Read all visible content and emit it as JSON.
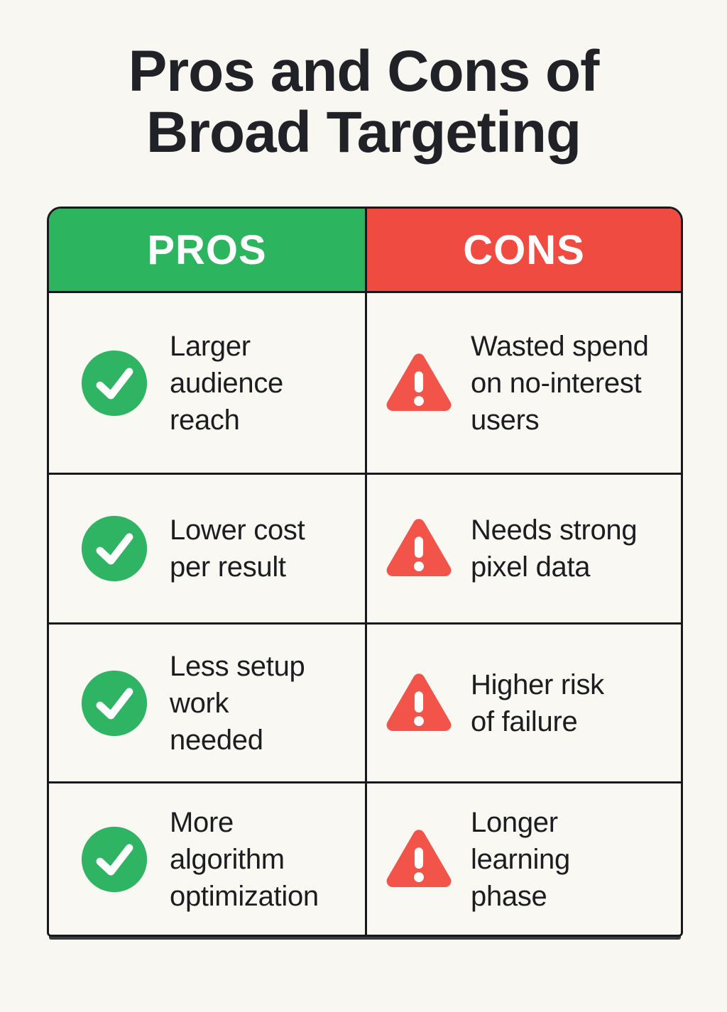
{
  "page": {
    "background_color": "#F9F7F2",
    "title_color": "#202227"
  },
  "title": {
    "line1": "Pros and Cons of",
    "line2": "Broad Targeting"
  },
  "table": {
    "border_color": "#17191D",
    "cell_background": "#FAF8F3",
    "headers": {
      "pros": {
        "label": "PROS",
        "background": "#2DB45F",
        "text_color": "#FFFFFF"
      },
      "cons": {
        "label": "CONS",
        "background": "#F04B41",
        "text_color": "#FFFFFF"
      }
    },
    "icons": {
      "pro": {
        "name": "check-circle-icon",
        "color": "#2FB463",
        "glyph_color": "#FFFFFF"
      },
      "con": {
        "name": "warning-triangle-icon",
        "color": "#F2544A",
        "glyph_color": "#FFFFFF"
      }
    },
    "rows": [
      {
        "pro": "Larger\naudience\nreach",
        "con": "Wasted spend\non no-interest\nusers"
      },
      {
        "pro": "Lower cost\nper result",
        "con": "Needs strong\npixel data"
      },
      {
        "pro": "Less setup\nwork\nneeded",
        "con": "Higher risk\nof failure"
      },
      {
        "pro": "More\nalgorithm\noptimization",
        "con": "Longer\nlearning\nphase"
      }
    ]
  }
}
